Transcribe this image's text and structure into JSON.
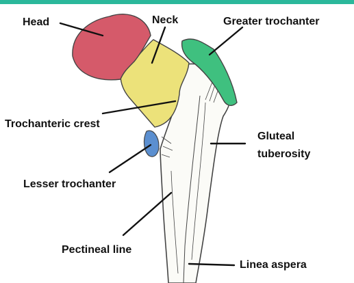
{
  "colors": {
    "top_bar": "#2bb89b",
    "head": "#d55a6a",
    "neck": "#ece27a",
    "greater_trochanter": "#3fc07f",
    "lesser_trochanter": "#5b8fd0",
    "bone_outline": "#444444",
    "leader_line": "#111111"
  },
  "labels": {
    "head": "Head",
    "neck": "Neck",
    "greater_trochanter": "Greater trochanter",
    "trochanteric_crest": "Trochanteric crest",
    "gluteal_tuberosity_line1": "Gluteal",
    "gluteal_tuberosity_line2": "tuberosity",
    "lesser_trochanter": "Lesser trochanter",
    "pectineal_line": "Pectineal line",
    "linea_aspera": "Linea aspera"
  }
}
